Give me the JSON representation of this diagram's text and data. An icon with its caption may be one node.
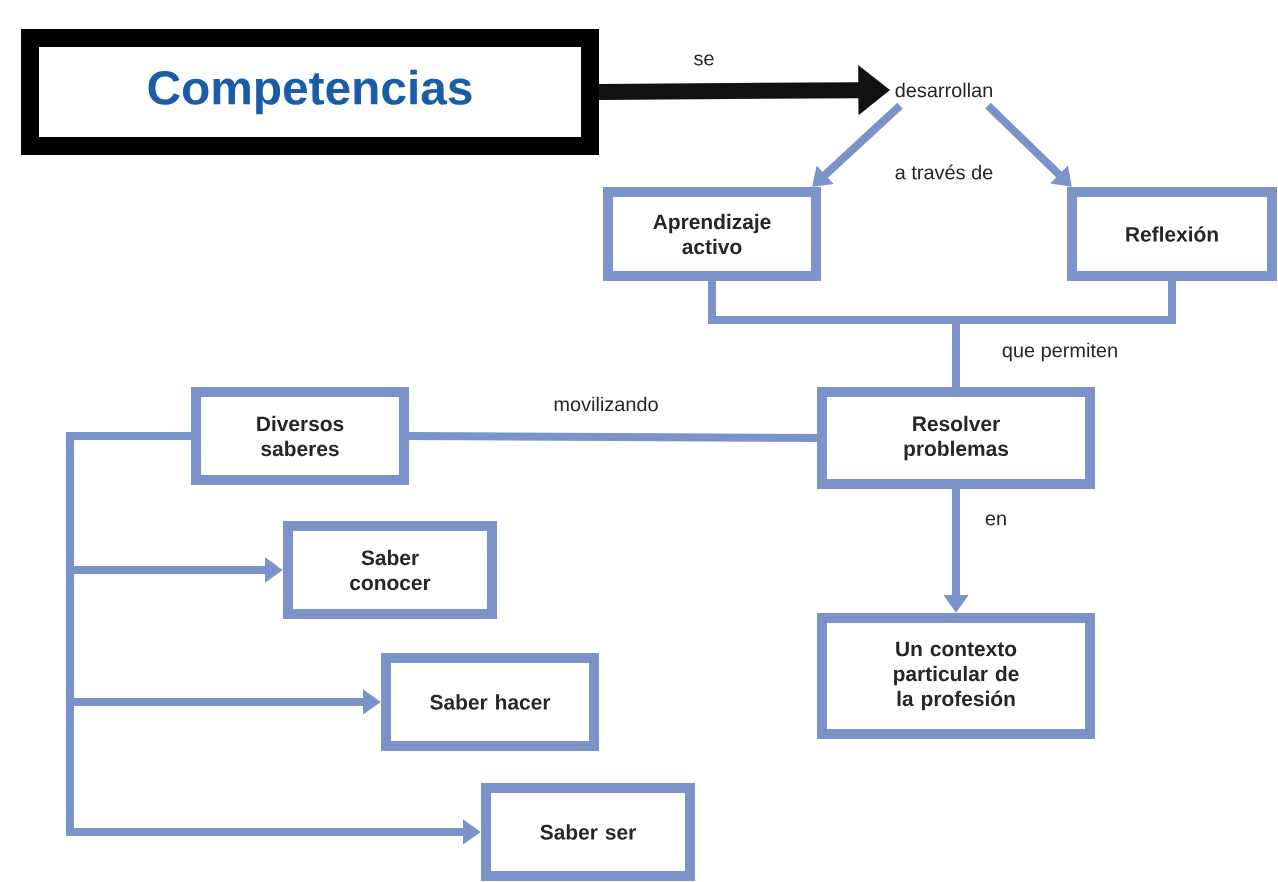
{
  "diagram": {
    "nodes": [
      {
        "text": [
          "Competencias"
        ]
      },
      {
        "text": [
          "desarrollan"
        ]
      },
      {
        "text": [
          "Aprendizaje activo"
        ]
      },
      {
        "text": [
          "Reflexión"
        ]
      },
      {
        "text": [
          "Diversos saberes"
        ]
      },
      {
        "text": [
          "Resolver problemas"
        ]
      },
      {
        "text": [
          "Saber conocer"
        ]
      },
      {
        "text": [
          "Saber hacer"
        ]
      },
      {
        "text": [
          "Saber ser"
        ]
      },
      {
        "text": [
          "Un contexto particular de la profesión"
        ]
      }
    ],
    "edges": [
      {
        "from": 0,
        "to": 1,
        "arrow": "to",
        "label": "se",
        "style": "thick",
        "color": "#111111"
      },
      {
        "from": 1,
        "to": 2,
        "arrow": "to",
        "label": "a través de"
      },
      {
        "from": 1,
        "to": 3,
        "arrow": "to"
      },
      {
        "from": 2,
        "to": 5,
        "arrow": "none",
        "label": "que permiten"
      },
      {
        "from": 3,
        "to": 5,
        "arrow": "none"
      },
      {
        "from": 5,
        "to": 4,
        "arrow": "none",
        "label": "movilizando"
      },
      {
        "from": 4,
        "to": 6,
        "arrow": "to"
      },
      {
        "from": 4,
        "to": 7,
        "arrow": "to"
      },
      {
        "from": 4,
        "to": 8,
        "arrow": "to"
      },
      {
        "from": 5,
        "to": 9,
        "arrow": "to",
        "label": "en"
      }
    ]
  }
}
